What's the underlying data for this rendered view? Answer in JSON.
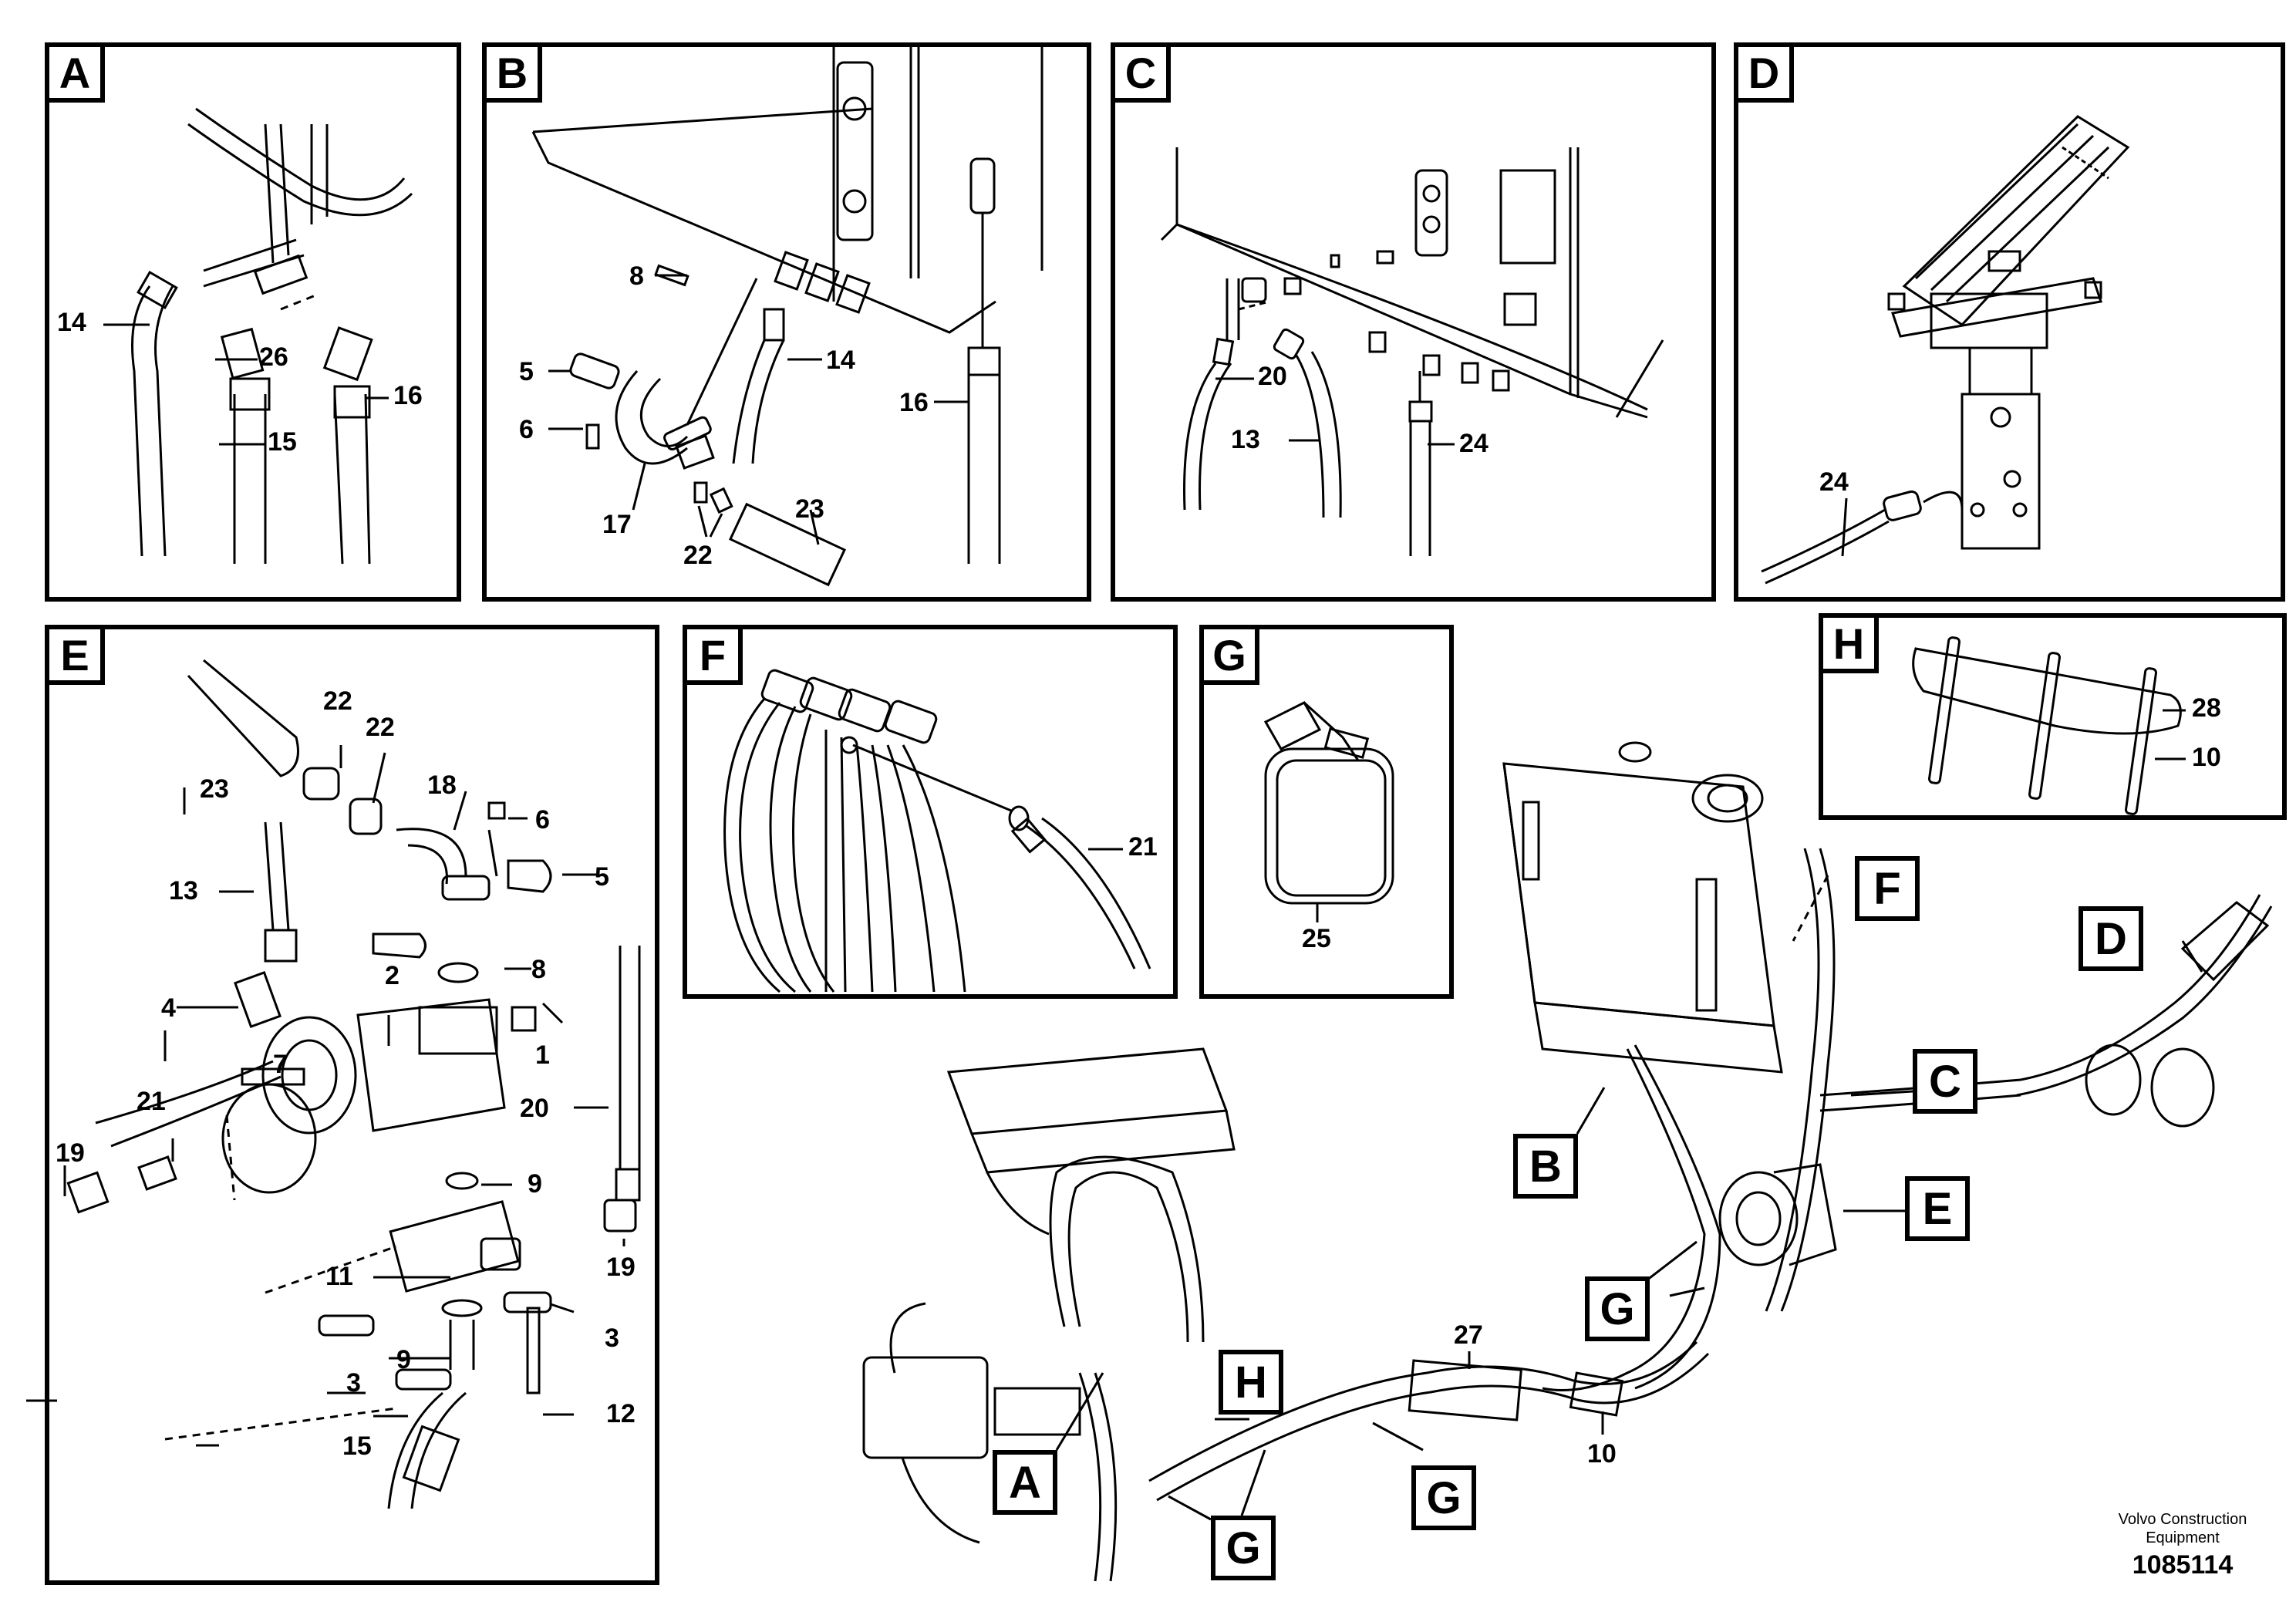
{
  "panels": {
    "A": {
      "letter": "A",
      "labels": {
        "n14": "14",
        "n26": "26",
        "n15": "15",
        "n16": "16"
      }
    },
    "B": {
      "letter": "B",
      "labels": {
        "n8": "8",
        "n5": "5",
        "n6": "6",
        "n17": "17",
        "n22": "22",
        "n23": "23",
        "n14": "14",
        "n16": "16"
      }
    },
    "C": {
      "letter": "C",
      "labels": {
        "n20": "20",
        "n13": "13",
        "n24": "24"
      }
    },
    "D": {
      "letter": "D",
      "labels": {
        "n24": "24"
      }
    },
    "E": {
      "letter": "E",
      "labels": {
        "n22a": "22",
        "n22b": "22",
        "n23": "23",
        "n18": "18",
        "n6": "6",
        "n5": "5",
        "n13": "13",
        "n2": "2",
        "n8": "8",
        "n4": "4",
        "n1": "1",
        "n7": "7",
        "n21": "21",
        "n19a": "19",
        "n20": "20",
        "n9a": "9",
        "n19b": "19",
        "n11": "11",
        "n9b": "9",
        "n3a": "3",
        "n3b": "3",
        "n12": "12",
        "n15": "15"
      }
    },
    "F": {
      "letter": "F",
      "labels": {
        "n21": "21"
      }
    },
    "G": {
      "letter": "G",
      "labels": {
        "n25": "25"
      }
    },
    "H": {
      "letter": "H",
      "labels": {
        "n28": "28",
        "n10": "10"
      }
    }
  },
  "overview": {
    "callouts": {
      "F": "F",
      "D": "D",
      "C": "C",
      "B": "B",
      "E": "E",
      "G1": "G",
      "G2": "G",
      "G3": "G",
      "A": "A",
      "H": "H"
    },
    "labels": {
      "n27": "27",
      "n10": "10"
    }
  },
  "footer": {
    "brand_line1": "Volvo Construction",
    "brand_line2": "Equipment",
    "drawing_number": "1085114"
  }
}
